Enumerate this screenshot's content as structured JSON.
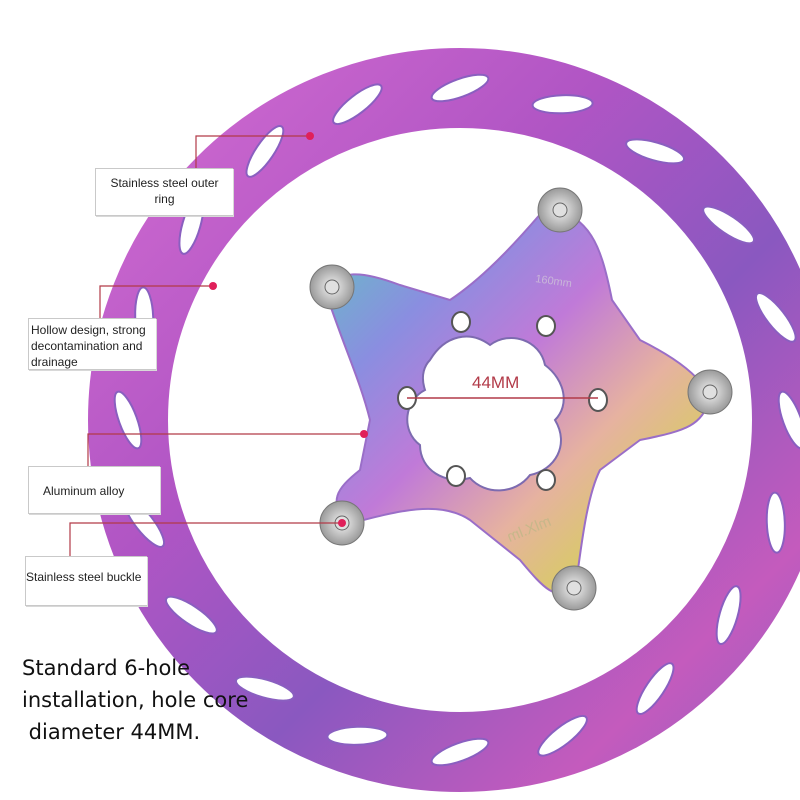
{
  "callouts": {
    "outer_ring": [
      "Stainless steel outer",
      "ring"
    ],
    "hollow": [
      "Hollow design, strong",
      "decontamination and",
      "drainage"
    ],
    "alloy": "Aluminum alloy",
    "buckle": "Stainless steel buckle"
  },
  "disc_markings": {
    "dimension": "44MM",
    "size": "160mm",
    "brand": "mlX.lm"
  },
  "caption": [
    "Standard 6-hole",
    "installation, hole core",
    " diameter 44MM."
  ],
  "colors": {
    "leader_line": "#b23a48",
    "dot": "#e0205a",
    "rotor_pink": "#c65bc8",
    "rotor_purple": "#7b54b6",
    "rotor_blue": "#5b86c9"
  }
}
